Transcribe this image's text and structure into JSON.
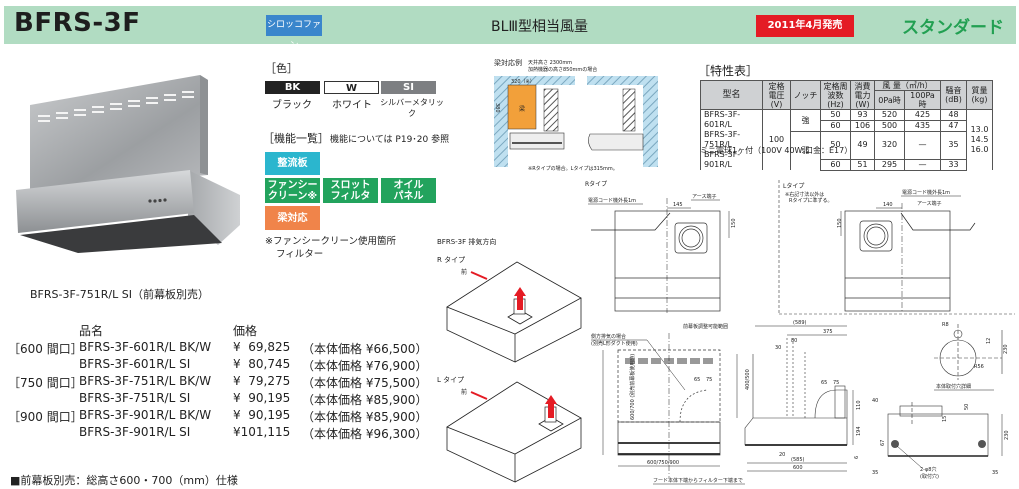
{
  "header": {
    "model": "BFRS-3F",
    "fan_type": "シロッコファン",
    "airflow_class": "BLⅢ型相当風量",
    "release": "2011年4月発売",
    "grade": "スタンダード",
    "colors": {
      "header_bg": "#b1dcc2",
      "fan_badge": "#3a86cc",
      "release_badge": "#e41b24",
      "grade_text": "#22a052"
    }
  },
  "photo": {
    "caption": "BFRS-3F-751R/L SI（前幕板別売）"
  },
  "colors_section": {
    "label": "［色］",
    "swatches": [
      {
        "code": "BK",
        "name": "ブラック",
        "hex": "#222222"
      },
      {
        "code": "W",
        "name": "ホワイト",
        "hex": "#ffffff"
      },
      {
        "code": "SI",
        "name": "シルバーメタリック",
        "hex": "#7d7f82"
      }
    ]
  },
  "features_section": {
    "label": "［機能一覧］",
    "ref": "機能については P19･20 参照",
    "badges": [
      {
        "label": "整流板",
        "color": "#2bb6ce"
      },
      {
        "label": "ファンシー\nクリーン※",
        "line1": "ファンシー",
        "line2": "クリーン※",
        "color": "#22a35d"
      },
      {
        "label": "スロット\nフィルタ",
        "line1": "スロット",
        "line2": "フィルタ",
        "color": "#22a35d"
      },
      {
        "label": "オイル\nパネル",
        "line1": "オイル",
        "line2": "パネル",
        "color": "#22a35d"
      },
      {
        "label": "梁対応",
        "color": "#f0844a"
      }
    ],
    "note_line1": "※ファンシークリーン使用箇所",
    "note_line2": "フィルター"
  },
  "beam_example": {
    "title": "梁対応例",
    "cond1": "天井高さ 2300mm",
    "cond2": "加熱機器の高さ850mmの場合",
    "beam_label": "梁",
    "width_dim": "320（※）",
    "height_dim": "380",
    "note": "※Rタイプの場合。Lタイプは315mm。"
  },
  "spec_table": {
    "title": "［特性表］",
    "headers": {
      "model": "型名",
      "voltage": "定格電圧\n(V)",
      "voltage_1": "定格電圧",
      "voltage_2": "(V)",
      "notch": "ノッチ",
      "freq_1": "定格周波数",
      "freq_2": "(Hz)",
      "power_1": "消費電力",
      "power_2": "(W)",
      "airflow": "風 量（㎥/h）",
      "airflow_0pa": "0Pa時",
      "airflow_100pa": "100Pa時",
      "noise_1": "騒音",
      "noise_2": "(dB)",
      "mass_1": "質量",
      "mass_2": "(kg)"
    },
    "models": [
      "BFRS-3F-601R/L",
      "BFRS-3F-751R/L",
      "BFRS-3F-901R/L"
    ],
    "voltage": "100",
    "masses": [
      "13.0",
      "14.5",
      "16.0"
    ],
    "rows": [
      {
        "notch": "強",
        "hz": "50",
        "w": "93",
        "pa0": "520",
        "pa100": "425",
        "db": "48"
      },
      {
        "notch": "強",
        "hz": "60",
        "w": "106",
        "pa0": "500",
        "pa100": "435",
        "db": "47"
      },
      {
        "notch": "弱",
        "hz": "50",
        "w": "49",
        "pa0": "320",
        "pa100": "—",
        "db": "35"
      },
      {
        "notch": "弱",
        "hz": "60",
        "w": "51",
        "pa0": "295",
        "pa100": "—",
        "db": "33"
      }
    ],
    "footnote": "ミニ電球1ヶ付（100V 40W 口金：E17）"
  },
  "pricing": {
    "header_name": "品名",
    "header_price": "価格",
    "rows": [
      {
        "size": "［600 間口］",
        "name": "BFRS-3F-601R/L BK/W",
        "price": "¥  69,825",
        "base": "（本体価格 ¥66,500）"
      },
      {
        "size": "",
        "name": "BFRS-3F-601R/L SI",
        "price": "¥  80,745",
        "base": "（本体価格 ¥76,900）"
      },
      {
        "size": "［750 間口］",
        "name": "BFRS-3F-751R/L BK/W",
        "price": "¥  79,275",
        "base": "（本体価格 ¥75,500）"
      },
      {
        "size": "",
        "name": "BFRS-3F-751R/L SI",
        "price": "¥  90,195",
        "base": "（本体価格 ¥85,900）"
      },
      {
        "size": "［900 間口］",
        "name": "BFRS-3F-901R/L BK/W",
        "price": "¥  90,195",
        "base": "（本体価格 ¥85,900）"
      },
      {
        "size": "",
        "name": "BFRS-3F-901R/L SI",
        "price": "¥101,115",
        "base": "（本体価格 ¥96,300）"
      }
    ],
    "footer_note": "■前幕板別売：総高さ600・700（mm）仕様"
  },
  "exhaust_direction": {
    "title": "BFRS-3F 排気方向",
    "r_type": "R タイプ",
    "l_type": "L タイプ",
    "front_label": "前"
  },
  "drawings": {
    "r_type_label": "Rタイプ",
    "l_type_label": "Lタイプ",
    "l_type_note1": "※右記寸法以外は",
    "l_type_note2": "Rタイプに準ずる。",
    "power_cord": "電源コード機外長1m",
    "earth_terminal": "アース端子",
    "dim_145": "145",
    "dim_140": "140",
    "dim_150": "150",
    "side_exhaust1": "側方排気の場合",
    "side_exhaust2": "(別売L形ダクト使用)",
    "front_panel_range": "前幕板調整可能範囲",
    "height_range": "600/700 (別売前幕板使用時)",
    "height_range2": "400/500",
    "height_range2_sub": "(別売前幕板使用時)",
    "width_dims": "600/750/900",
    "filter_note": "フード本体下端からフィルター下端まで",
    "dim_589": "(589)",
    "dim_375": "375",
    "dim_30": "30",
    "dim_80": "80",
    "dim_65": "65",
    "dim_75": "75",
    "dim_110": "110",
    "dim_194": "194",
    "dim_6": "6",
    "dim_585": "(585)",
    "dim_600": "600",
    "dim_20": "20",
    "dim_40": "40",
    "dim_50": "50",
    "dim_15": "15",
    "dim_230": "230",
    "dim_67": "67",
    "dim_35": "35",
    "dim_12": "12",
    "dim_r8": "R8",
    "dim_r56": "R56",
    "mount_hole_detail": "本体取付穴詳細",
    "mount_holes_1": "2-φ8穴",
    "mount_holes_2": "(取付穴)"
  }
}
